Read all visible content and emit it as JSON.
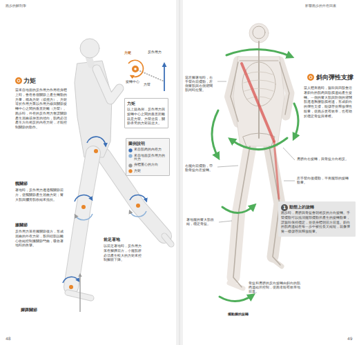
{
  "diagram": {
    "nodes": [
      {
        "text": [
          "力矩",
          "以上圖為例，反作用力與旋轉中心之間的垂直距離就是力臂。力臂愈長，關節承受的力矩就愈大。"
        ]
      },
      {
        "text": [
          "圖例說明"
        ]
      },
      {
        "text": [
          "動態上的旋轉",
          "跑步時，肩膀與骨盆會朝相反的方向旋轉。手臂擺動可以抵消腿部擺動所產生的旋轉動量，讓軀幹保持穩定，並使身體朝前方前進。斜向的肌肉連結在每一步中被拉長又縮短，就像彈簧一樣儲存與釋放能量。"
        ]
      },
      {
        "text": [
          "1"
        ],
        "in": 2
      }
    ],
    "labels": [
      "跑步的解剖學",
      "影響跑步的外在因素",
      "48",
      "49",
      "力矩",
      "當來自地面的反作用力作用在身體上時，會在各個關節上產生轉動的力量，稱為力矩（或扭力）。力矩等於作用力乘以作用力線與關節旋轉中心之間的垂直距離（力臂）。跑步時，外在的反作用力會讓關節產生屈曲或伸直的傾向，肌肉必須產生方向相反的內在力矩，才能控制關節的動作。",
      "髖關節",
      "著地時，反作用力通過髖關節前方，使髖關節產生屈曲力矩；臀大肌與膕旁肌收縮來抵抗。",
      "膝關節",
      "反作用力落在膝關節後方，形成屈曲的外在力矩，股四頭肌以離心收縮控制膝關節彎曲，吸收著地時的衝擊。",
      "腳踝關節",
      "前足著地",
      "以前足著地時，反作用力落在腳踝前方，小腿肌群必須產生較大的力矩來控制腳跟下降。",
      "力矩",
      "反作用力",
      "旋轉中心",
      "力臂",
      "斜向彈性支撐",
      "當人體奔跑時，軀幹與四肢會沿著斜向的肌肉與筋膜連結產生旋轉。一側的臀大肌與對側的背闊肌透過胸腰筋膜相連，形成斜向的彈性支撐，能儲存並釋放彈性能量，使跑步更有效率，也有助於穩定骨盆與脊椎。",
      "當左腳著地時，右手臂向前擺動，左側臀肌與右側背闊肌同時拉緊。",
      "右腿向前擺動，帶動骨盆向左旋轉。",
      "著地腿的臀大肌收縮，穩定骨盆。",
      "肩膀向右旋轉，與骨盆方向相反。",
      "左手臂向後擺動，平衡腿部的旋轉動量。",
      "骨盆和肩膀的反向旋轉由斜向的肌肉連結所控制，使跑者能有效率地前進。",
      "擺動腳的旋轉"
    ],
    "legend": [
      {
        "text": "來自肌肉的內在力",
        "color": "#3b6fb6"
      },
      {
        "text": "來自地面反作用力的外力",
        "color": "#8fb3d9"
      },
      {
        "text": "身體重心的方向",
        "color": "#9a9a9a"
      },
      {
        "text": "力矩",
        "color": "#e8862a"
      }
    ]
  }
}
